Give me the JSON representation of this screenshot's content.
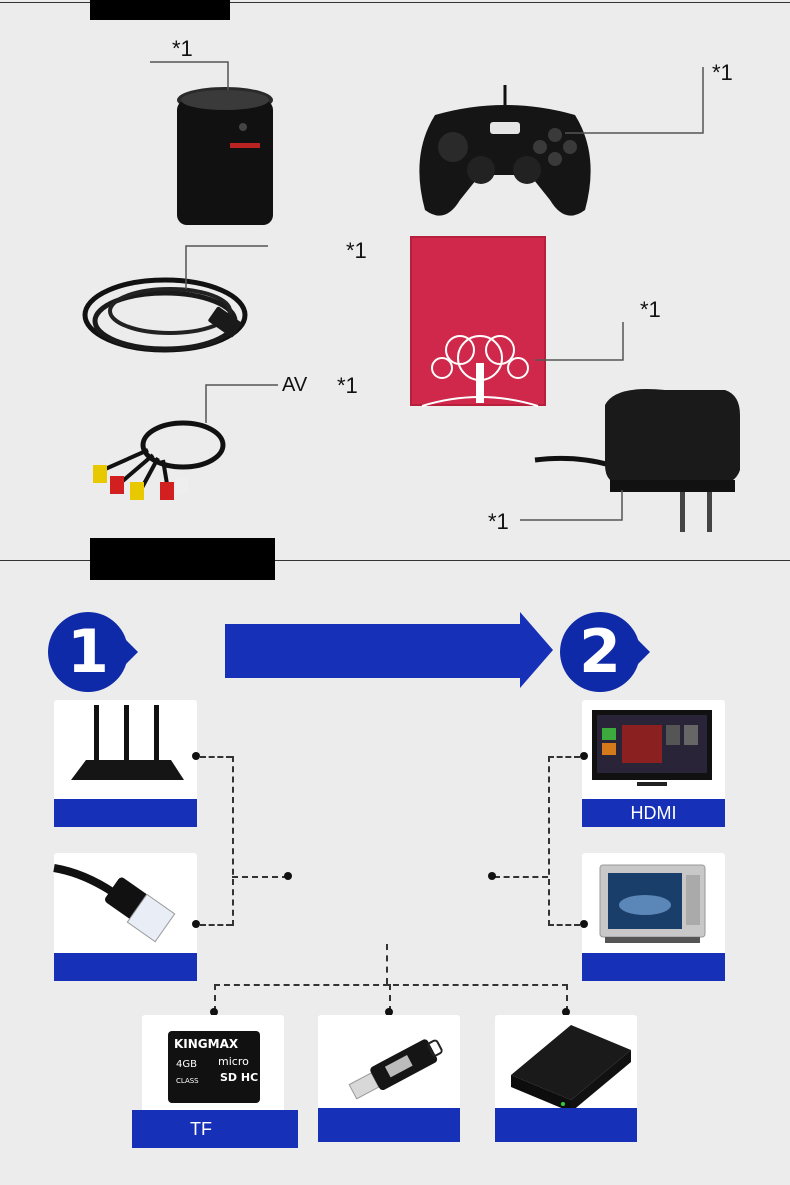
{
  "section1": {
    "quantities": {
      "player": "*1",
      "gamepad": "*1",
      "hdmi_cable": "*1",
      "manual": "*1",
      "av_cable": "*1",
      "adapter": "*1"
    },
    "av_label": "AV"
  },
  "section2": {
    "step1": "1",
    "step2": "2",
    "outputs": {
      "hdmi_tv": "HDMI",
      "av_tv": ""
    },
    "inputs": {
      "router": "",
      "ethernet": ""
    },
    "storage": {
      "tf_card": "TF",
      "usb_drive": "",
      "hard_drive": ""
    },
    "kingmax": {
      "brand": "KINGMAX",
      "capacity": "4GB",
      "micro": "micro",
      "sdhc": "SD HC",
      "class": "CLASS"
    }
  },
  "colors": {
    "accent_blue": "#1630b8",
    "header_black": "#000000",
    "manual_red": "#d0284a",
    "background": "#ececec"
  }
}
